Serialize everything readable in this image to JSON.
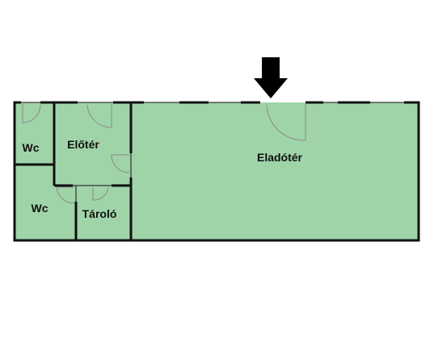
{
  "floorplan": {
    "rooms": {
      "wc_upper": "Wc",
      "eloter": "Előtér",
      "eladoter": "Eladótér",
      "wc_lower": "Wc",
      "tarolo": "Tároló"
    },
    "colors": {
      "room_fill": "#9fd4a9",
      "wall": "#111111",
      "door_swing": "#8a8a8a",
      "arrow": "#000000",
      "background": "#ffffff"
    },
    "arrow_icon": "down-arrow-icon"
  }
}
